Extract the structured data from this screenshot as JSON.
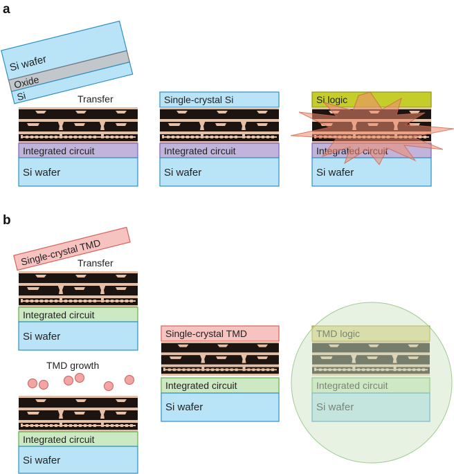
{
  "panels": {
    "a": {
      "letter": "a",
      "tilted_wafer": {
        "wafer": "Si wafer",
        "oxide": "Oxide",
        "si": "Si"
      },
      "step1": {
        "action": "Transfer",
        "ic": "Integrated circuit",
        "wafer": "Si wafer"
      },
      "step2": {
        "top": "Single-crystal Si",
        "ic": "Integrated circuit",
        "wafer": "Si wafer"
      },
      "step3": {
        "top": "Si logic",
        "ic": "Integrated circuit",
        "wafer": "Si wafer"
      }
    },
    "b": {
      "letter": "b",
      "tilted_tmd": "Single-crystal TMD",
      "step1": {
        "action": "Transfer",
        "ic": "Integrated circuit",
        "wafer": "Si wafer"
      },
      "step1b": {
        "action": "TMD growth",
        "ic": "Integrated circuit",
        "wafer": "Si wafer"
      },
      "step2": {
        "top": "Single-crystal TMD",
        "ic": "Integrated circuit",
        "wafer": "Si wafer"
      },
      "step3": {
        "top": "TMD logic",
        "ic": "Integrated circuit",
        "wafer": "Si wafer"
      }
    }
  },
  "colors": {
    "wafer": "#b9e3f6",
    "wafer_stroke": "#2e8fc4",
    "ic_purple": "#c0b4dc",
    "ic_purple_stroke": "#7b62b6",
    "ic_green": "#cde9c3",
    "ic_green_stroke": "#5fae4a",
    "oxide": "#c2c7cc",
    "stack_dark": "#1c1410",
    "metal": "#e6c0a6",
    "si_logic": "#c5cd2a",
    "tmd_top": "#f7c3c0",
    "tmd_top_stroke": "#d9605a",
    "tmd_logic": "#e3d48d",
    "tmd_logic_stroke": "#b39a27",
    "explosion": "#ee8a70",
    "sphere": "#f3a5a3",
    "circle_bg": "#cfe6c6"
  }
}
